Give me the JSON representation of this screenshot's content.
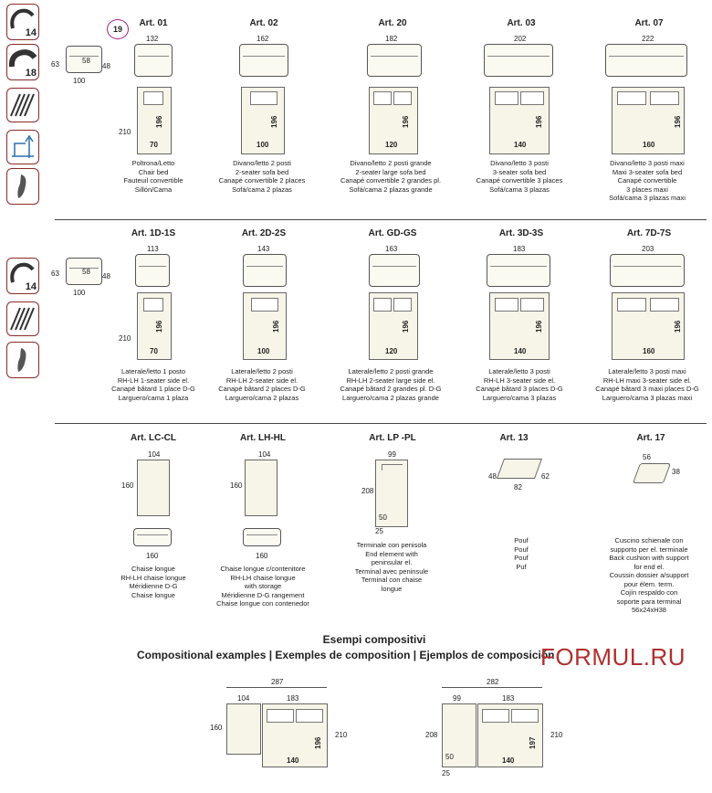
{
  "sidebar": {
    "group1": [
      "14",
      "18",
      "",
      "",
      ""
    ],
    "group2": [
      "14",
      "",
      ""
    ]
  },
  "callout": "19",
  "section1": {
    "profile": {
      "h": "63",
      "w": "100",
      "inner": "58",
      "d": "48"
    },
    "items": [
      {
        "art": "Art. 01",
        "w": "132",
        "len": "196",
        "bed": "70",
        "depth": "210",
        "desc": [
          "Poltrona/Letto",
          "Chair bed",
          "Fauteuil convertible",
          "Sillón/Cama"
        ]
      },
      {
        "art": "Art. 02",
        "w": "162",
        "len": "196",
        "bed": "100",
        "depth": "",
        "desc": [
          "Divano/letto 2 posti",
          "2-seater sofa bed",
          "Canapé convertible 2 places",
          "Sofá/cama 2 plazas"
        ]
      },
      {
        "art": "Art. 20",
        "w": "182",
        "len": "196",
        "bed": "120",
        "depth": "",
        "desc": [
          "Divano/letto 2 posti grande",
          "2-seater large sofa bed",
          "Canapé convertible 2 grandes pl.",
          "Sofá/cama 2 plazas grande"
        ]
      },
      {
        "art": "Art. 03",
        "w": "202",
        "len": "196",
        "bed": "140",
        "depth": "",
        "desc": [
          "Divano/letto 3 posti",
          "3-seater sofa bed",
          "Canapé convertible 3 places",
          "Sofá/cama 3 plazas"
        ]
      },
      {
        "art": "Art. 07",
        "w": "222",
        "len": "196",
        "bed": "160",
        "depth": "",
        "desc": [
          "Divano/letto 3 posti maxi",
          "Maxi 3-seater sofa bed",
          "Canapé convertible",
          "3 places maxi",
          "Sofá/cama 3 plazas maxi"
        ]
      }
    ]
  },
  "section2": {
    "profile": {
      "h": "63",
      "w": "100",
      "inner": "58",
      "d": "48"
    },
    "items": [
      {
        "art": "Art. 1D-1S",
        "w": "113",
        "len": "196",
        "bed": "70",
        "depth": "210",
        "desc": [
          "Laterale/letto 1 posto",
          "RH-LH 1-seater side el.",
          "Canapé bâtard 1 place D-G",
          "Larguero/cama 1 plaza"
        ]
      },
      {
        "art": "Art. 2D-2S",
        "w": "143",
        "len": "196",
        "bed": "100",
        "depth": "",
        "desc": [
          "Laterale/letto 2 posti",
          "RH-LH 2-seater side el.",
          "Canapé bâtard 2 places D-G",
          "Larguero/cama 2 plazas"
        ]
      },
      {
        "art": "Art. GD-GS",
        "w": "163",
        "len": "196",
        "bed": "120",
        "depth": "",
        "desc": [
          "Laterale/letto 2 posti grande",
          "RH-LH 2-seater large side el.",
          "Canapé bâtard 2 grandes pl. D-G",
          "Larguero/cama 2 plazas grande"
        ]
      },
      {
        "art": "Art. 3D-3S",
        "w": "183",
        "len": "196",
        "bed": "140",
        "depth": "",
        "desc": [
          "Laterale/letto 3 posti",
          "RH-LH 3-seater side el.",
          "Canapé bâtard 3 places D-G",
          "Larguero/cama 3 plazas"
        ]
      },
      {
        "art": "Art. 7D-7S",
        "w": "203",
        "len": "196",
        "bed": "160",
        "depth": "",
        "desc": [
          "Laterale/letto 3 posti maxi",
          "RH-LH maxi 3-seater side el.",
          "Canapé bâtard 3 maxi places D-G",
          "Larguero/cama 3 plazas maxi"
        ]
      }
    ]
  },
  "section3": {
    "lc": {
      "art": "Art. LC-CL",
      "w": "104",
      "d": "160",
      "w2": "160",
      "desc": [
        "Chaise longue",
        "RH-LH chaise longue",
        "Méridienne D-G",
        "Chaise longue"
      ]
    },
    "lh": {
      "art": "Art. LH-HL",
      "w": "104",
      "d": "160",
      "w2": "160",
      "desc": [
        "Chaise longue c/contenitore",
        "RH-LH chaise longue",
        "with storage",
        "Méridienne D-G rangement",
        "Chaise longue con contenedor"
      ]
    },
    "lp": {
      "art": "Art. LP -PL",
      "w": "99",
      "d": "208",
      "inner": "50",
      "bottom": "25",
      "desc": [
        "Terminale con penisola",
        "End element with",
        "peninsular el.",
        "Terminal avec peninsule",
        "Terminal con chaise",
        "longue"
      ]
    },
    "a13": {
      "art": "Art. 13",
      "a": "48",
      "b": "62",
      "c": "82",
      "desc": [
        "Pouf",
        "Pouf",
        "Pouf",
        "Puf"
      ]
    },
    "a17": {
      "art": "Art. 17",
      "a": "56",
      "b": "38",
      "desc": [
        "Cuscino schienale con",
        "supporto per el. terminale",
        "Back cushion with support",
        "for end el.",
        "Coussin dossier a/support",
        "pour élem. term.",
        "Cojín respaldo con",
        "soporte para terminal",
        "56x24xH38"
      ]
    }
  },
  "examples": {
    "title": "Esempi compositivi",
    "subtitle": "Compositional examples | Exemples de composition | Ejemplos de composición",
    "ex1": {
      "total": "287",
      "a": "104",
      "b": "183",
      "h1": "160",
      "h2": "210",
      "len": "196",
      "bed": "140"
    },
    "ex2": {
      "total": "282",
      "a": "99",
      "b": "183",
      "h1": "208",
      "h2": "210",
      "len": "197",
      "bed": "140",
      "inner": "50",
      "bottom": "25"
    }
  },
  "watermark": "FORMUL.RU",
  "colors": {
    "accent": "#8a2a2a",
    "callout": "#a0208a",
    "fabric": "#f7f5e8"
  }
}
